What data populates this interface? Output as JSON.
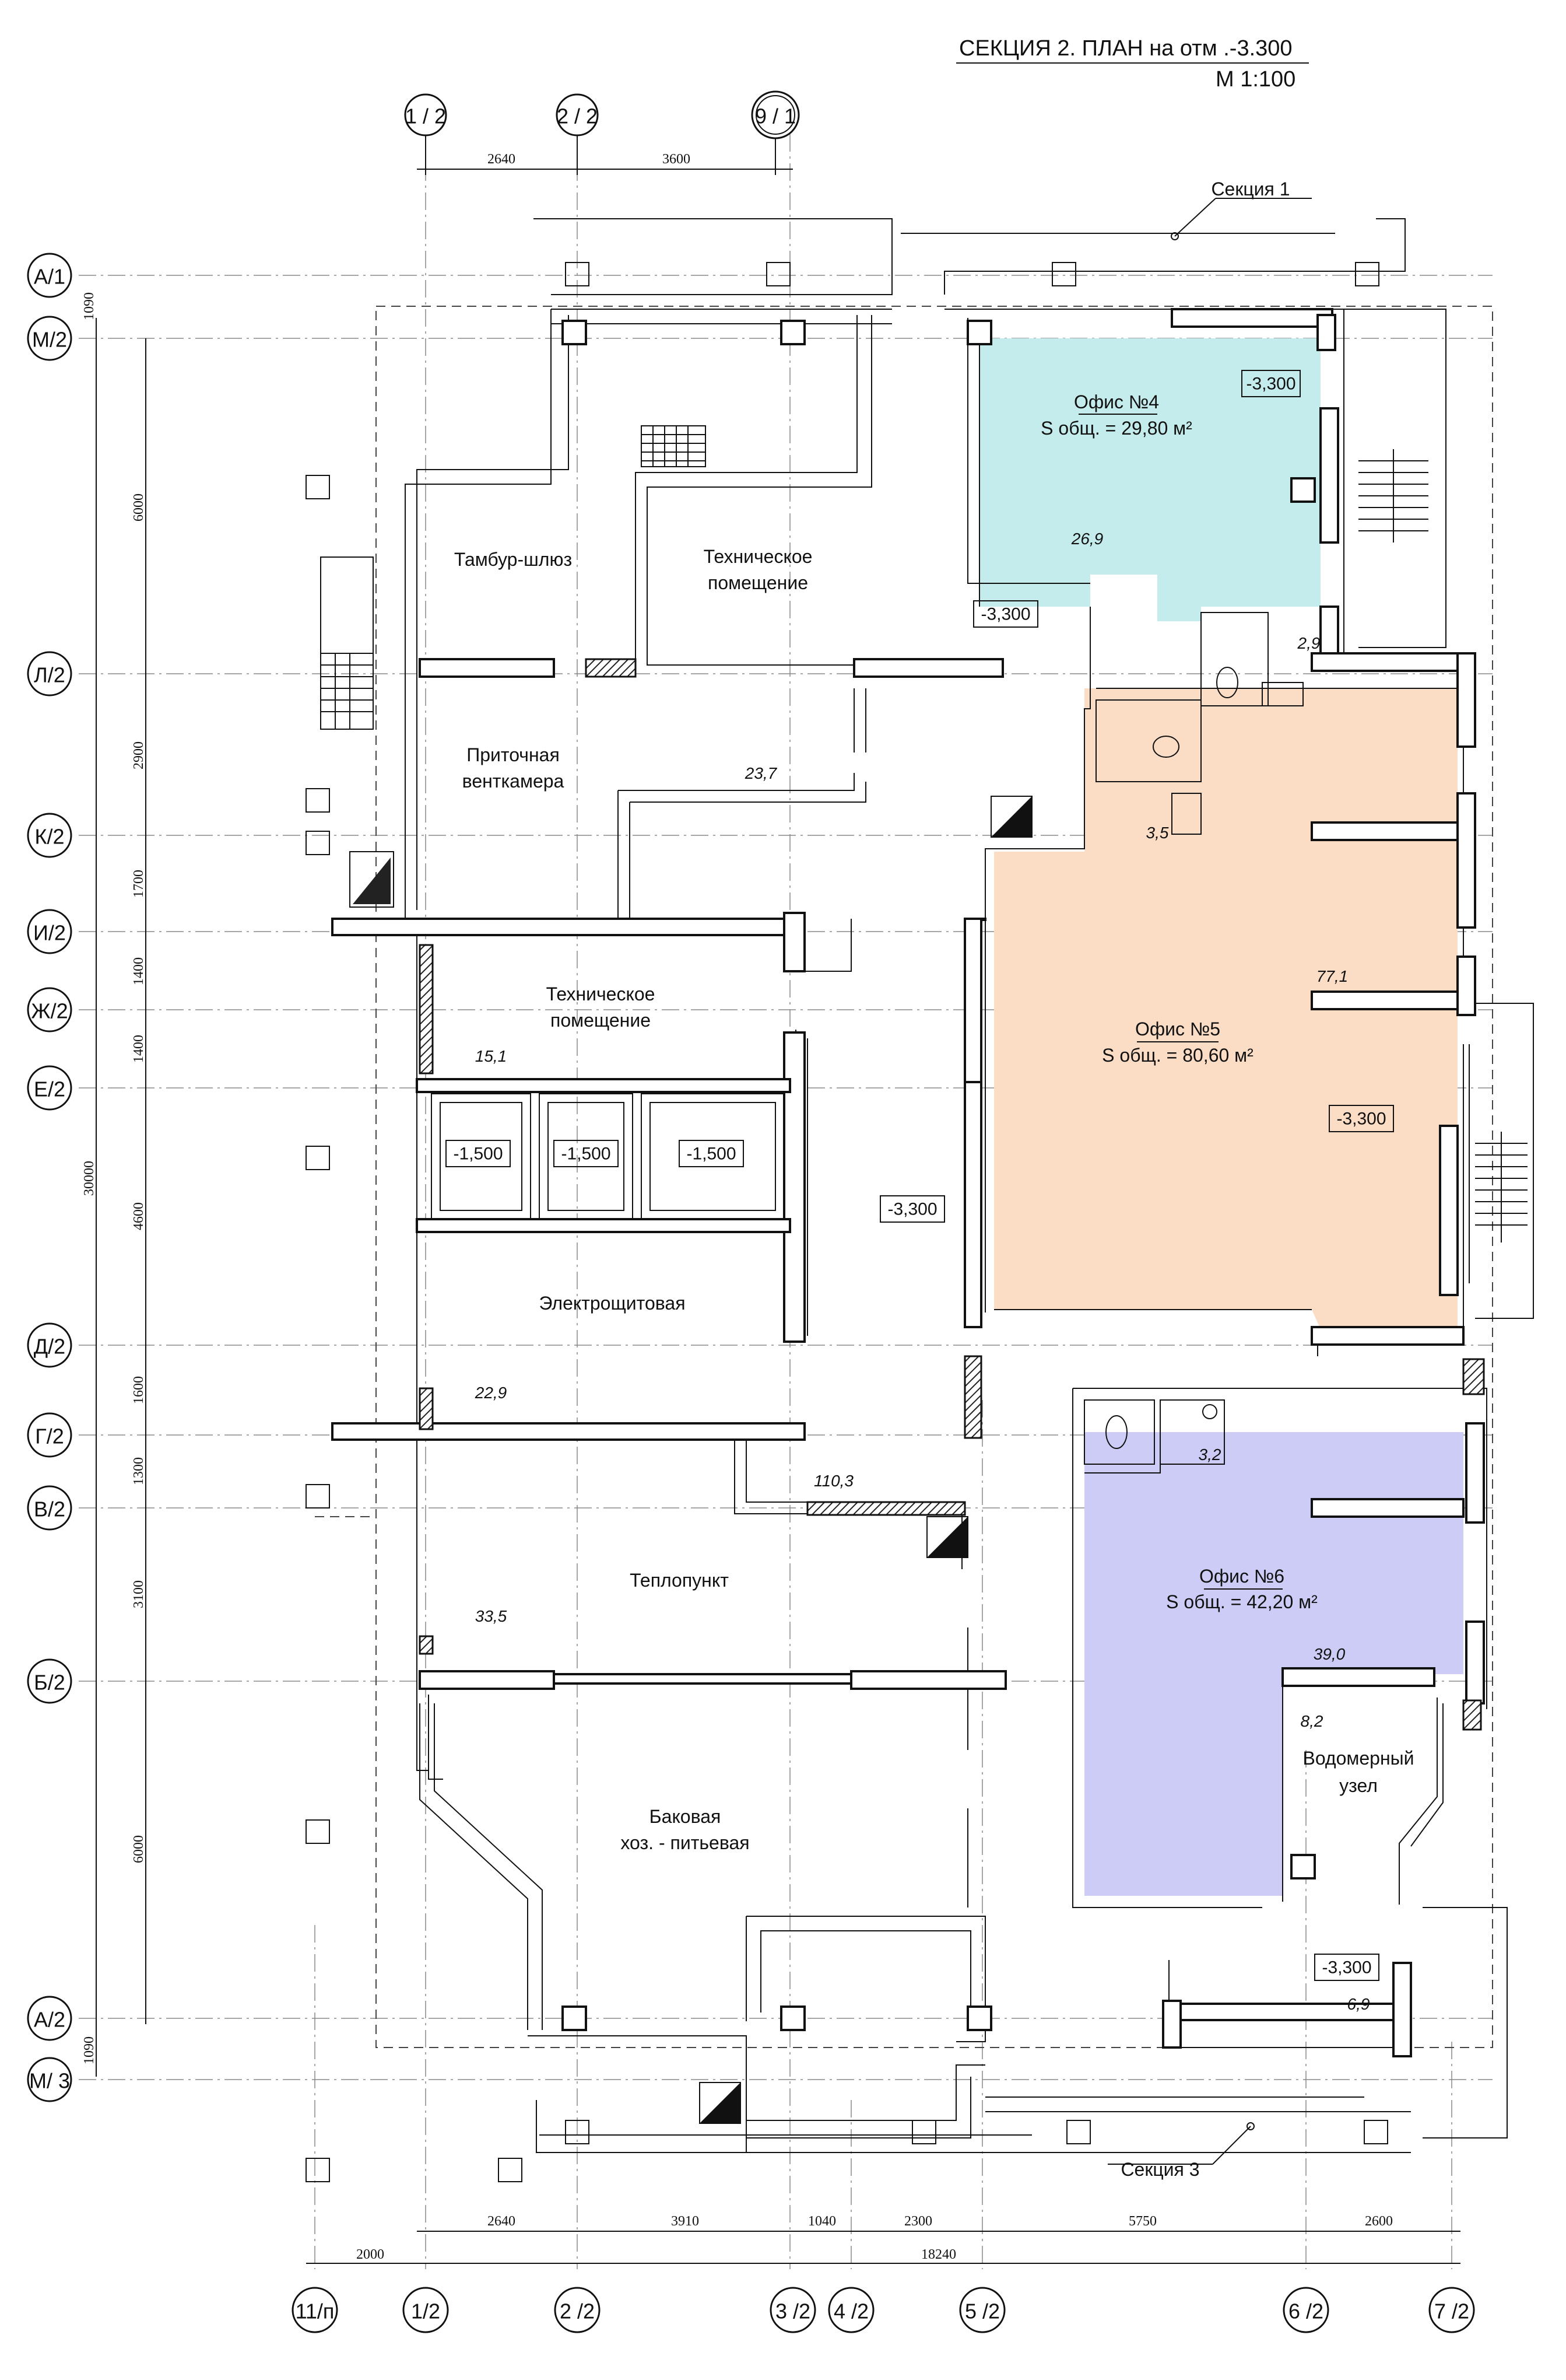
{
  "title": {
    "line1": "СЕКЦИЯ 2. ПЛАН  на отм .-3.300",
    "line2": "М 1:100"
  },
  "section_labels": {
    "top": "Секция 1",
    "bottom": "Секция 3"
  },
  "axes": {
    "top": [
      "1 / 2",
      "2 / 2",
      "9 / 1"
    ],
    "bottom": [
      "11/п",
      "1/2",
      "2 /2",
      "3 /2",
      "4 /2",
      "5 /2",
      "6 /2",
      "7 /2"
    ],
    "left": [
      "А/1",
      "М/2",
      "Л/2",
      "К/2",
      "И/2",
      "Ж/2",
      "Е/2",
      "Д/2",
      "Г/2",
      "В/2",
      "Б/2",
      "А/2",
      "М/ 3"
    ]
  },
  "dimensions": {
    "top": [
      "2640",
      "3600"
    ],
    "bottom_chain": [
      "2640",
      "3910",
      "1040",
      "2300",
      "5750",
      "2600"
    ],
    "bottom_overall": [
      "2000",
      "18240"
    ],
    "left_chain": [
      "1090",
      "6000",
      "2900",
      "1700",
      "1400",
      "1400",
      "4600",
      "1600",
      "1300",
      "3100",
      "6000",
      "1090"
    ],
    "left_overall": "30000"
  },
  "rooms": {
    "tambur": "Тамбур-шлюз",
    "tech1_l1": "Техническое",
    "tech1_l2": "помещение",
    "vent_l1": "Приточная",
    "vent_l2": "венткамера",
    "tech2_l1": "Техническое",
    "tech2_l2": "помещение",
    "electro": "Электрощитовая",
    "heat": "Теплопункт",
    "tank_l1": "Баковая",
    "tank_l2": "хоз. - питьевая",
    "water_l1": "Водомерный",
    "water_l2": "узел"
  },
  "offices": {
    "o4": {
      "name": "Офис №4",
      "area_label": "S общ. = 29,80 м²"
    },
    "o5": {
      "name": "Офис №5",
      "area_label": "S общ. = 80,60 м²"
    },
    "o6": {
      "name": "Офис №6",
      "area_label": "S общ. = 42,20 м²"
    }
  },
  "areas": {
    "o4_main": "26,9",
    "o4_wc": "2,9",
    "vent": "23,7",
    "o5_wc": "3,5",
    "o5_main": "77,1",
    "tech2": "15,1",
    "electro": "22,9",
    "corridor": "110,3",
    "o6_wc": "3,2",
    "heat": "33,5",
    "o6_main": "39,0",
    "water": "8,2",
    "vestibule": "6,9"
  },
  "levels": {
    "o4": "-3,300",
    "corridor_top": "-3,300",
    "corridor_mid": "-3,300",
    "o5": "-3,300",
    "pit1": "-1,500",
    "pit2": "-1,500",
    "pit3": "-1,500",
    "bottom": "-3,300"
  },
  "colors": {
    "office4": "#c5ecec",
    "office5": "#fbdcc5",
    "office6": "#ccccf6"
  }
}
